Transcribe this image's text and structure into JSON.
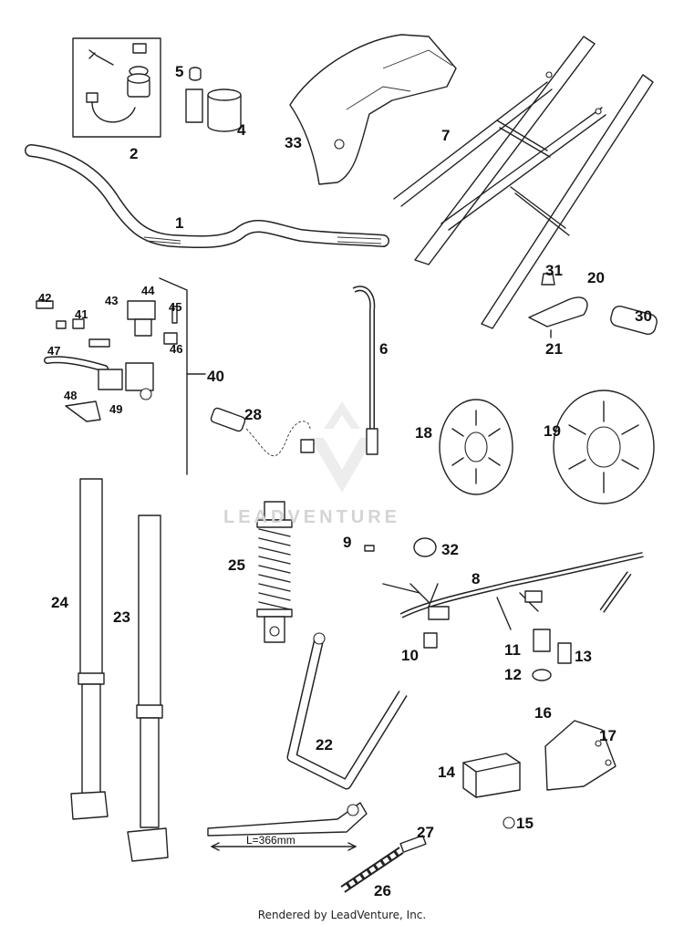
{
  "watermark": "LEADVENTURE",
  "footer": "Rendered by LeadVenture, Inc.",
  "dimension_label": "L=366mm",
  "callouts": [
    "1",
    "2",
    "4",
    "5",
    "6",
    "7",
    "8",
    "9",
    "10",
    "11",
    "12",
    "13",
    "14",
    "15",
    "16",
    "17",
    "18",
    "19",
    "20",
    "21",
    "22",
    "23",
    "24",
    "25",
    "26",
    "27",
    "28",
    "30",
    "31",
    "32",
    "33",
    "40",
    "41",
    "42",
    "43",
    "44",
    "45",
    "46",
    "47",
    "48",
    "49"
  ],
  "colors": {
    "line": "#222222",
    "watermark": "#d4d4d4"
  }
}
